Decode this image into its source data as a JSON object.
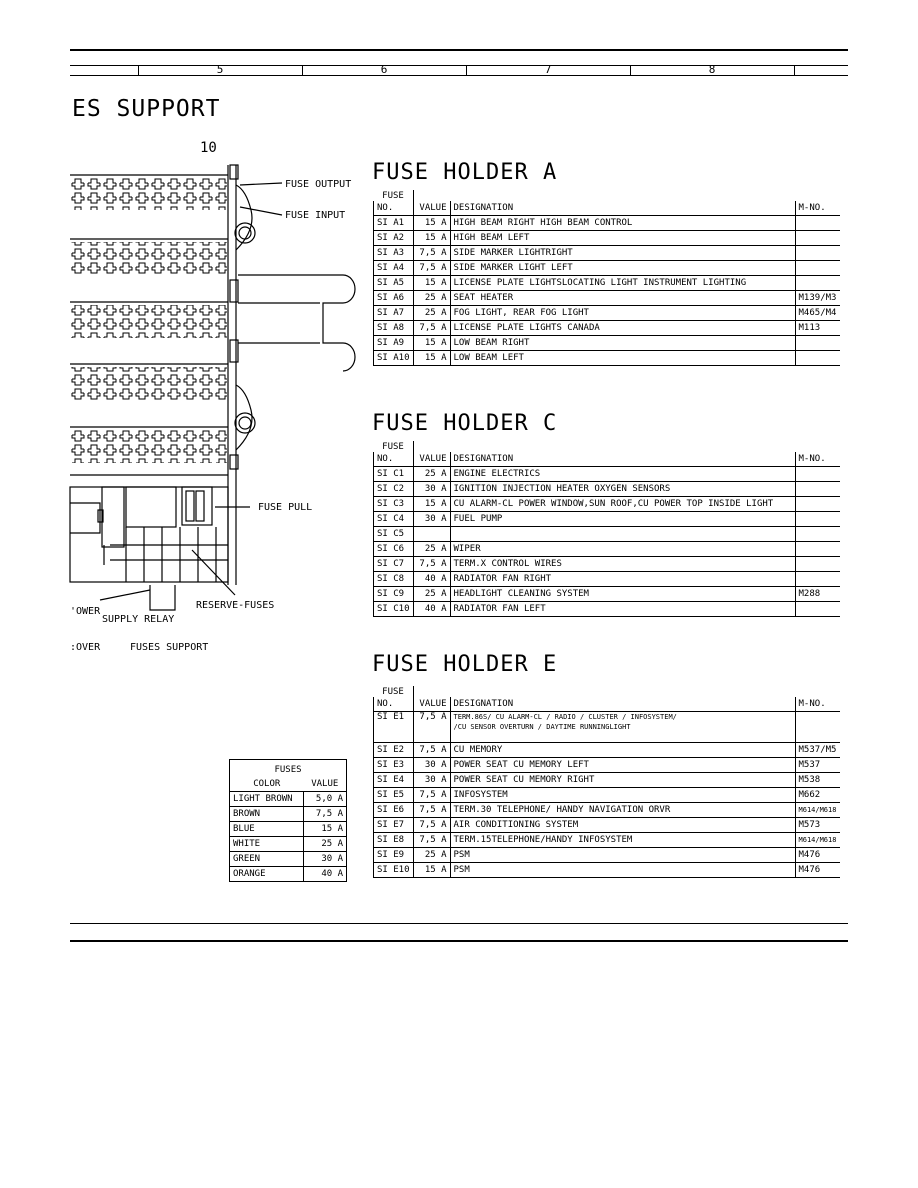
{
  "column_numbers": [
    "5",
    "6",
    "7",
    "8"
  ],
  "section_title": "ES SUPPORT",
  "diagram": {
    "label_10": "10",
    "fuse_output": "FUSE OUTPUT",
    "fuse_input": "FUSE INPUT",
    "fuse_pull": "FUSE PULL",
    "reserve_fuses": "RESERVE-FUSES",
    "ower": "'OWER",
    "supply_relay": "SUPPLY RELAY",
    "cover": ":OVER",
    "fuses_support": "FUSES SUPPORT"
  },
  "table_headers": {
    "fuse": "FUSE",
    "no": "NO.",
    "value": "VALUE",
    "designation": "DESIGNATION",
    "mno": "M-NO."
  },
  "holder_a": {
    "title": "FUSE HOLDER A",
    "rows": [
      {
        "no": "SI A1",
        "value": "15 A",
        "designation": "HIGH BEAM RIGHT   HIGH BEAM CONTROL",
        "mno": ""
      },
      {
        "no": "SI A2",
        "value": "15 A",
        "designation": "HIGH BEAM LEFT",
        "mno": ""
      },
      {
        "no": "SI A3",
        "value": "7,5 A",
        "designation": "SIDE MARKER LIGHTRIGHT",
        "mno": ""
      },
      {
        "no": "SI A4",
        "value": "7,5 A",
        "designation": "SIDE MARKER LIGHT LEFT",
        "mno": ""
      },
      {
        "no": "SI A5",
        "value": "15 A",
        "designation": "LICENSE PLATE LIGHTSLOCATING LIGHT INSTRUMENT LIGHTING",
        "mno": ""
      },
      {
        "no": "SI A6",
        "value": "25 A",
        "designation": "SEAT HEATER",
        "mno": "M139/M3"
      },
      {
        "no": "SI A7",
        "value": "25 A",
        "designation": "FOG LIGHT, REAR FOG LIGHT",
        "mno": "M465/M4"
      },
      {
        "no": "SI A8",
        "value": "7,5 A",
        "designation": "LICENSE PLATE LIGHTS CANADA",
        "mno": "M113"
      },
      {
        "no": "SI A9",
        "value": "15 A",
        "designation": "LOW BEAM RIGHT",
        "mno": ""
      },
      {
        "no": "SI A10",
        "value": "15 A",
        "designation": "LOW BEAM LEFT",
        "mno": ""
      }
    ]
  },
  "holder_c": {
    "title": "FUSE HOLDER C",
    "rows": [
      {
        "no": "SI C1",
        "value": "25 A",
        "designation": "ENGINE ELECTRICS",
        "mno": ""
      },
      {
        "no": "SI C2",
        "value": "30 A",
        "designation": "IGNITION INJECTION HEATER OXYGEN SENSORS",
        "mno": ""
      },
      {
        "no": "SI C3",
        "value": "15 A",
        "designation": "CU ALARM-CL POWER WINDOW,SUN ROOF,CU POWER TOP INSIDE LIGHT",
        "mno": ""
      },
      {
        "no": "SI C4",
        "value": "30 A",
        "designation": "FUEL PUMP",
        "mno": ""
      },
      {
        "no": "SI C5",
        "value": "",
        "designation": "",
        "mno": ""
      },
      {
        "no": "SI C6",
        "value": "25 A",
        "designation": "WIPER",
        "mno": ""
      },
      {
        "no": "SI C7",
        "value": "7,5 A",
        "designation": "TERM.X CONTROL WIRES",
        "mno": ""
      },
      {
        "no": "SI C8",
        "value": "40 A",
        "designation": "RADIATOR FAN RIGHT",
        "mno": ""
      },
      {
        "no": "SI C9",
        "value": "25 A",
        "designation": "HEADLIGHT CLEANING SYSTEM",
        "mno": "M288"
      },
      {
        "no": "SI C10",
        "value": "40 A",
        "designation": "RADIATOR FAN LEFT",
        "mno": ""
      }
    ]
  },
  "holder_e": {
    "title": "FUSE HOLDER E",
    "e1": {
      "no": "SI E1",
      "value": "7,5 A",
      "line1": "TERM.86S/ CU ALARM-CL / RADIO / CLUSTER / INFOSYSTEM/",
      "line2": "/CU SENSOR OVERTURN / DAYTIME RUNNINGLIGHT",
      "mno": ""
    },
    "rows": [
      {
        "no": "SI E2",
        "value": "7,5 A",
        "designation": "CU MEMORY",
        "mno": "M537/M5"
      },
      {
        "no": "SI E3",
        "value": "30 A",
        "designation": "POWER SEAT CU MEMORY LEFT",
        "mno": "M537"
      },
      {
        "no": "SI E4",
        "value": "30 A",
        "designation": "POWER SEAT CU MEMORY RIGHT",
        "mno": "M538"
      },
      {
        "no": "SI E5",
        "value": "7,5 A",
        "designation": "INFOSYSTEM",
        "mno": "M662"
      },
      {
        "no": "SI E6",
        "value": "7,5 A",
        "designation": "TERM.30 TELEPHONE/ HANDY NAVIGATION  ORVR",
        "mno": "M614/M618"
      },
      {
        "no": "SI E7",
        "value": "7,5 A",
        "designation": "AIR CONDITIONING SYSTEM",
        "mno": "M573"
      },
      {
        "no": "SI E8",
        "value": "7,5 A",
        "designation": "TERM.15TELEPHONE/HANDY INFOSYSTEM",
        "mno": "M614/M618"
      },
      {
        "no": "SI E9",
        "value": "25 A",
        "designation": "PSM",
        "mno": "M476"
      },
      {
        "no": "SI E10",
        "value": "15 A",
        "designation": "PSM",
        "mno": "M476"
      }
    ]
  },
  "color_table": {
    "title": "FUSES",
    "col_color": "COLOR",
    "col_value": "VALUE",
    "rows": [
      {
        "color": "LIGHT BROWN",
        "value": "5,0 A"
      },
      {
        "color": "BROWN",
        "value": "7,5 A"
      },
      {
        "color": "BLUE",
        "value": "15 A"
      },
      {
        "color": "WHITE",
        "value": "25 A"
      },
      {
        "color": "GREEN",
        "value": "30 A"
      },
      {
        "color": "ORANGE",
        "value": "40 A"
      }
    ]
  }
}
